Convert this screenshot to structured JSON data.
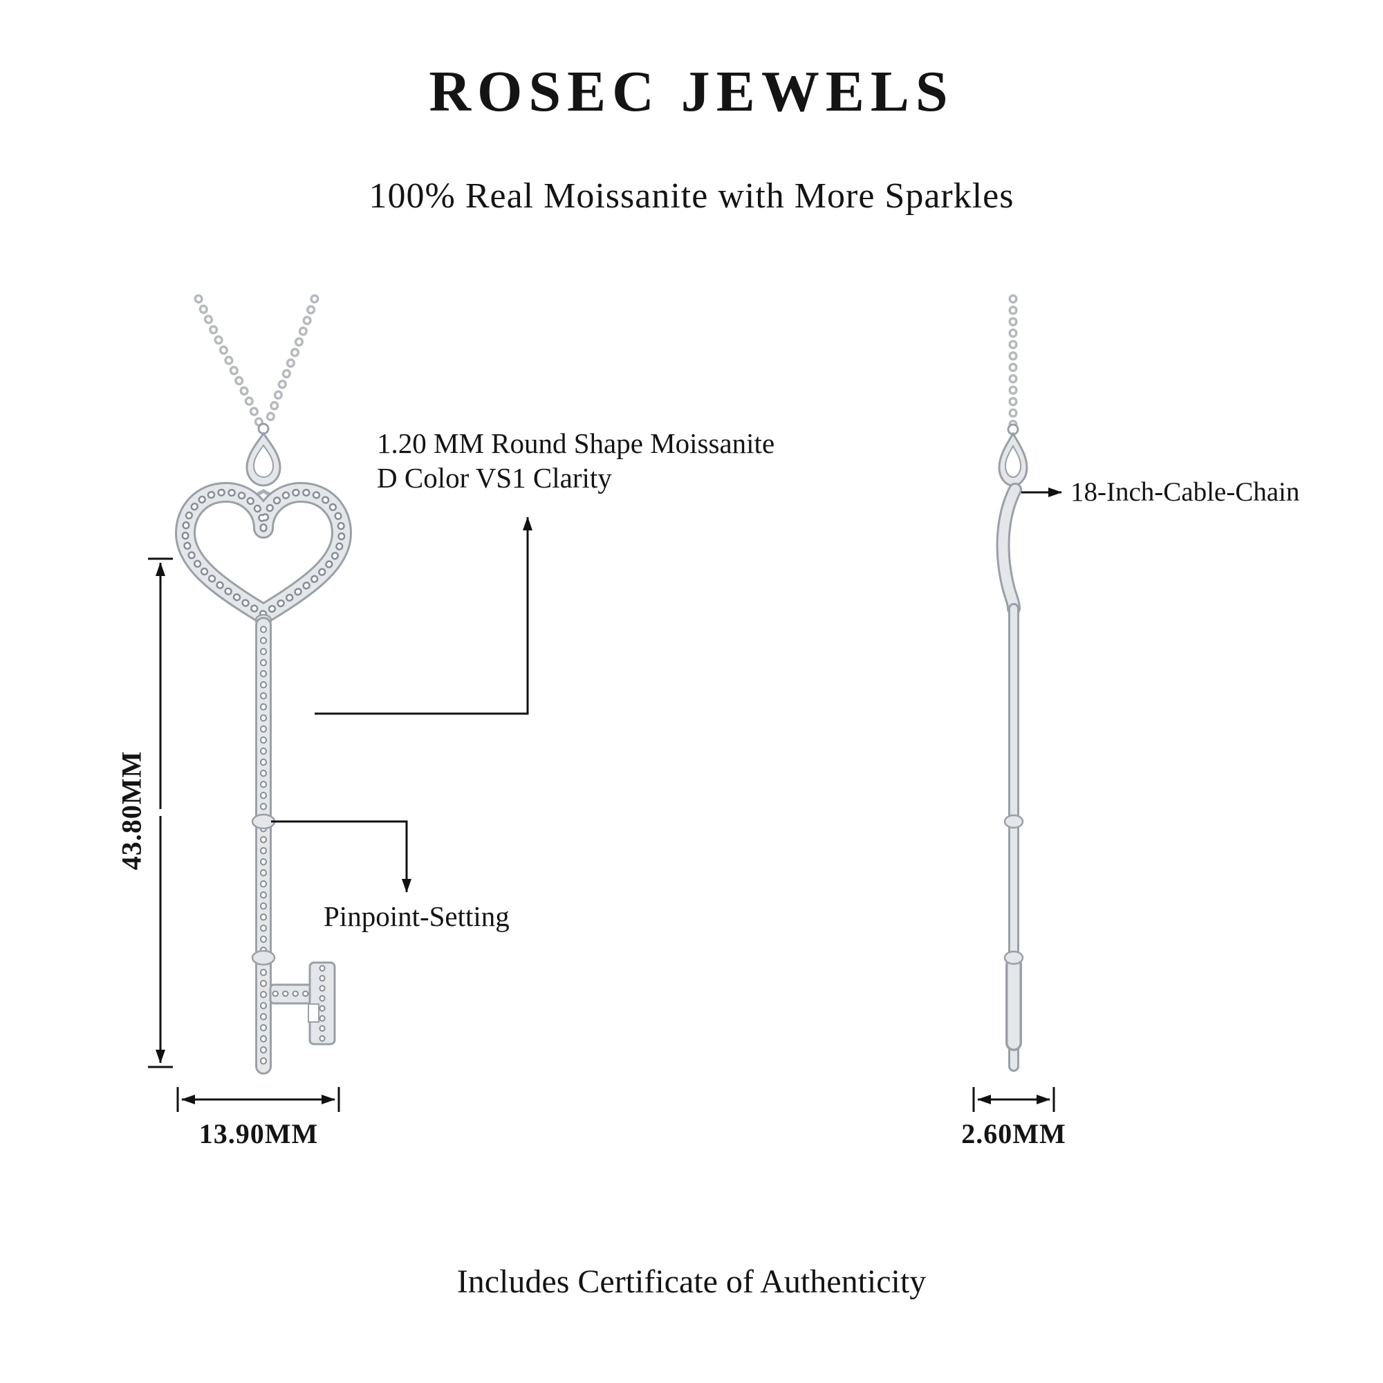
{
  "header": {
    "brand": "ROSEC JEWELS",
    "tagline": "100% Real Moissanite with More Sparkles"
  },
  "front_view": {
    "annotation_stone_line1": "1.20 MM Round Shape Moissanite",
    "annotation_stone_line2": "D Color VS1 Clarity",
    "annotation_pinpoint": "Pinpoint-Setting",
    "dimension_height": "43.80MM",
    "dimension_width": "13.90MM"
  },
  "side_view": {
    "annotation_chain": "18-Inch-Cable-Chain",
    "dimension_depth": "2.60MM"
  },
  "footer": {
    "note": "Includes Certificate of Authenticity"
  },
  "colors": {
    "metal_fill": "#e4e6e9",
    "metal_outline": "#9aa0a8",
    "stone_ring": "#868d96",
    "annotation_line": "#111111",
    "text": "#141414",
    "background": "#ffffff"
  }
}
